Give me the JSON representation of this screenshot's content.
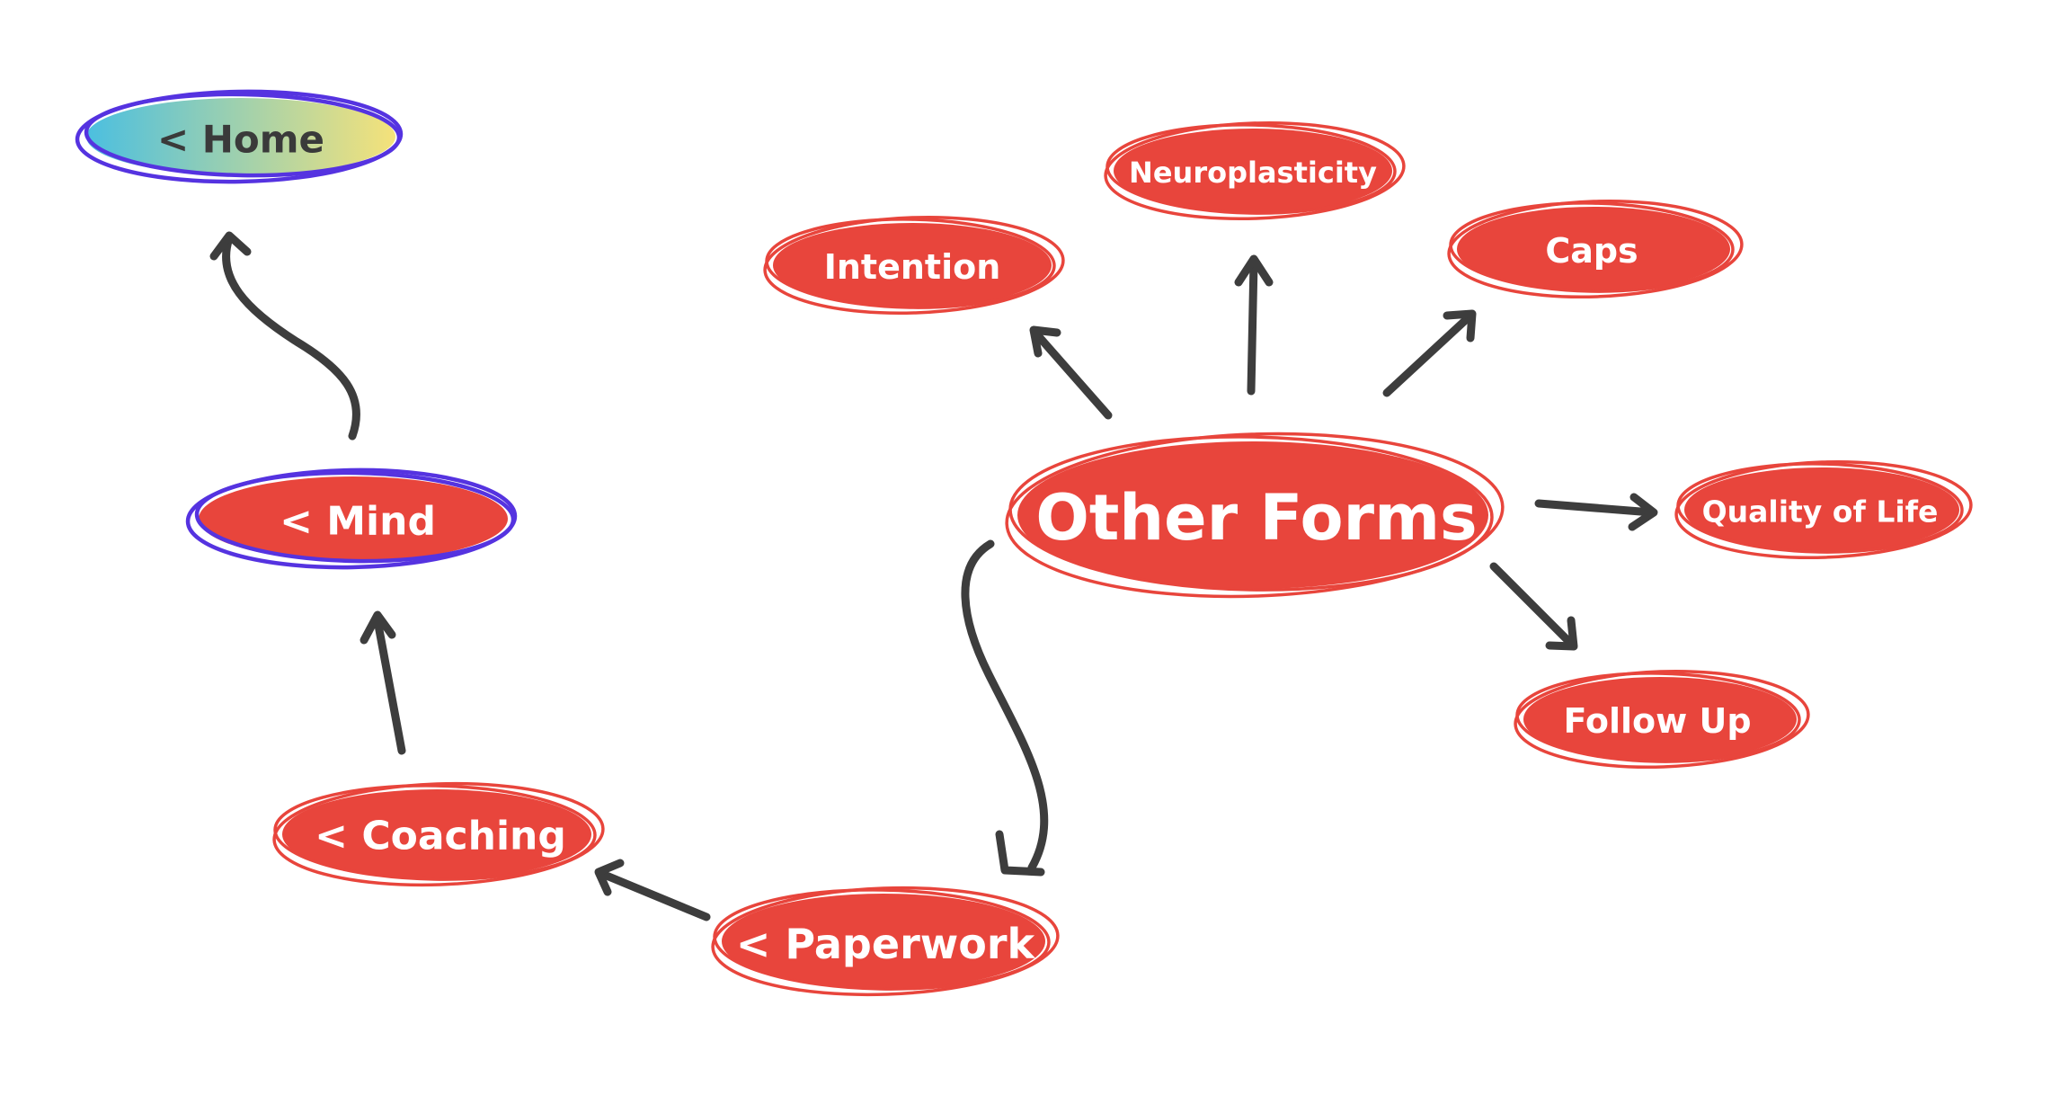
{
  "nodes": {
    "home": {
      "label": "< Home"
    },
    "mind": {
      "label": "< Mind"
    },
    "coaching": {
      "label": "< Coaching"
    },
    "paperwork": {
      "label": "< Paperwork"
    },
    "other_forms": {
      "label": "Other Forms"
    },
    "intention": {
      "label": "Intention"
    },
    "neuroplasticity": {
      "label": "Neuroplasticity"
    },
    "caps": {
      "label": "Caps"
    },
    "quality_of_life": {
      "label": "Quality of Life"
    },
    "follow_up": {
      "label": "Follow Up"
    }
  },
  "colors": {
    "node_fill": "#e8453c",
    "node_outline": "#e8453c",
    "nav_outline": "#5533e0",
    "home_gradient_start": "#4bbfe0",
    "home_gradient_end": "#f5e27a",
    "arrow": "#3d3d3d",
    "background": "#ffffff"
  }
}
